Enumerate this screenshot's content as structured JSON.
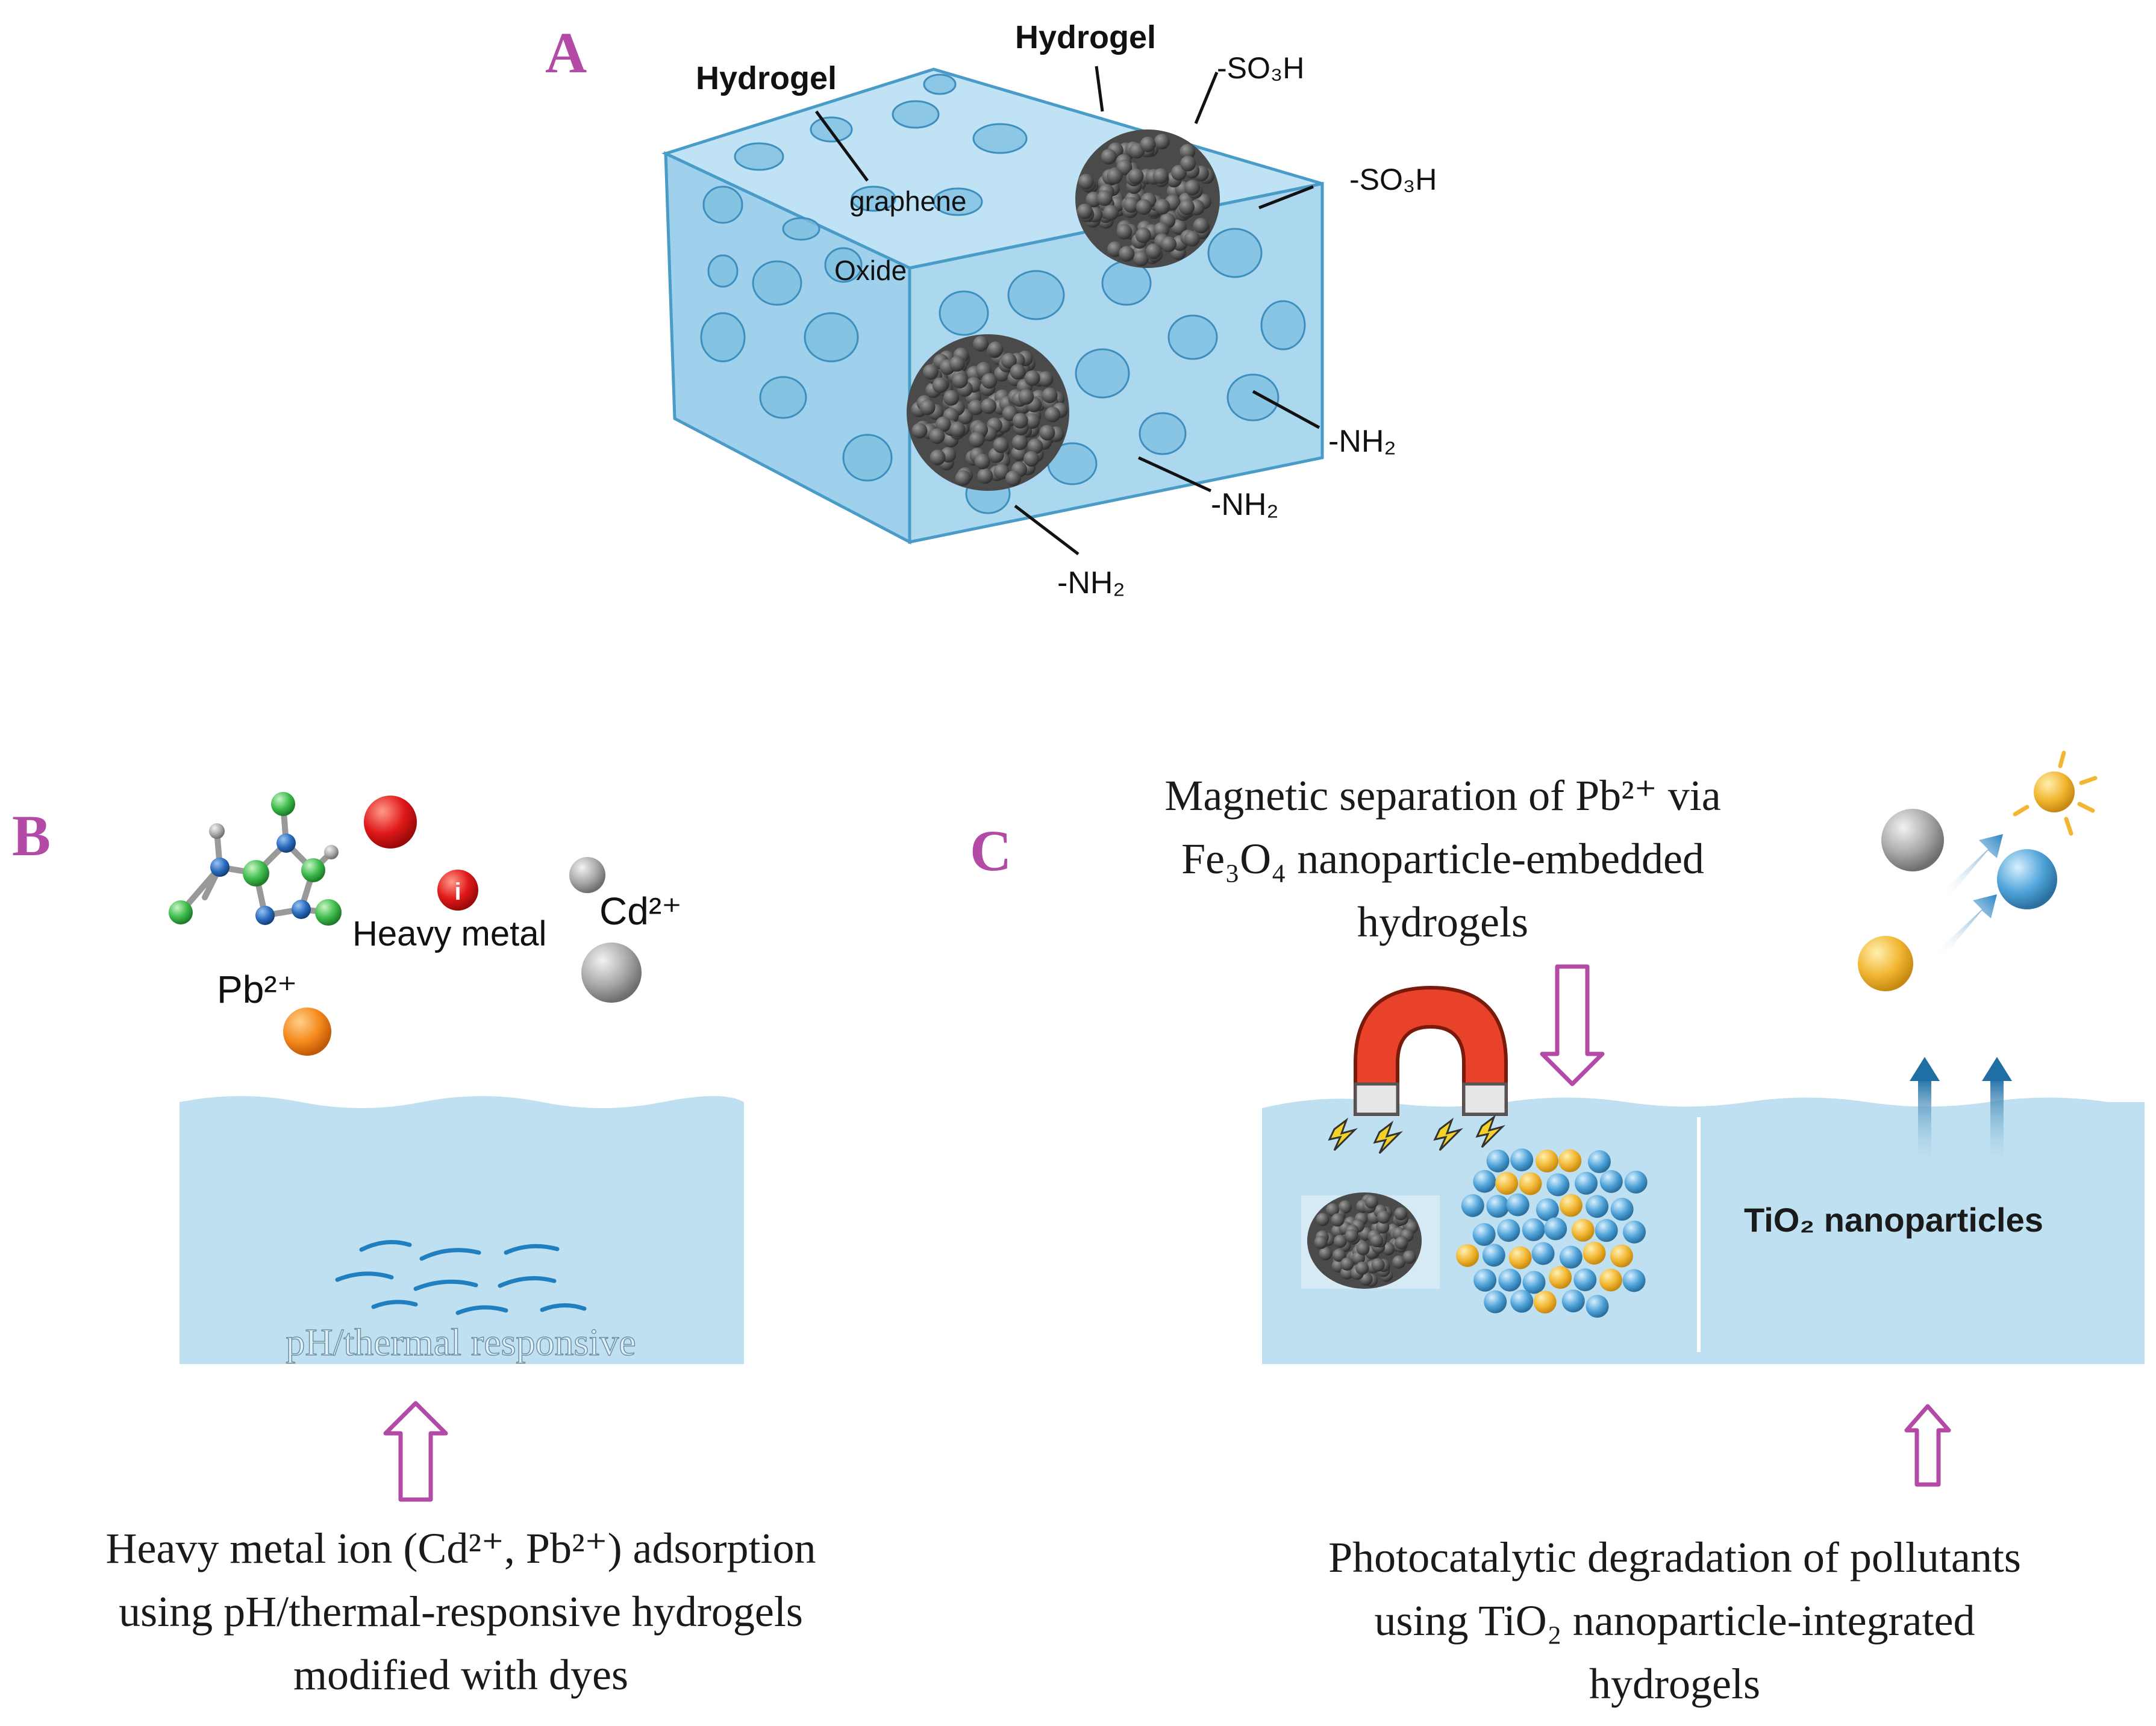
{
  "panels": {
    "a": {
      "letter": "A",
      "labels": {
        "hydrogel_left": "Hydrogel",
        "hydrogel_top": "Hydrogel",
        "graphene": "graphene",
        "oxide": "Oxide",
        "so3h_top": "-SO₃H",
        "so3h_right": "-SO₃H",
        "nh2_right": "-NH₂",
        "nh2_middle": "-NH₂",
        "nh2_bottom": "-NH₂"
      }
    },
    "b": {
      "letter": "B",
      "labels": {
        "heavy_metal": "Heavy metal",
        "cd": "Cd²⁺",
        "pb": "Pb²⁺",
        "water_text": "pH/thermal responsive"
      },
      "caption": [
        "Heavy metal ion (Cd²⁺, Pb²⁺) adsorption",
        "using pH/thermal-responsive hydrogels",
        "modified with dyes"
      ]
    },
    "c": {
      "letter": "C",
      "top_caption": [
        "Magnetic separation of Pb²⁺ via",
        "Fe₃O₄ nanoparticle-embedded",
        "hydrogels"
      ],
      "water_label": "TiO₂ nanoparticles",
      "caption": [
        "Photocatalytic degradation of pollutants",
        "using TiO₂ nanoparticle-integrated",
        "hydrogels"
      ]
    }
  },
  "colors": {
    "accent_magenta": "#b24aa6",
    "water": "#bfe0f0",
    "cube": "#9fd1ec",
    "particle_gray": "#5a5a5a",
    "magnet_red": "#e8432a",
    "particle_blue": "#4fa3d9",
    "particle_yellow": "#f2b632"
  }
}
